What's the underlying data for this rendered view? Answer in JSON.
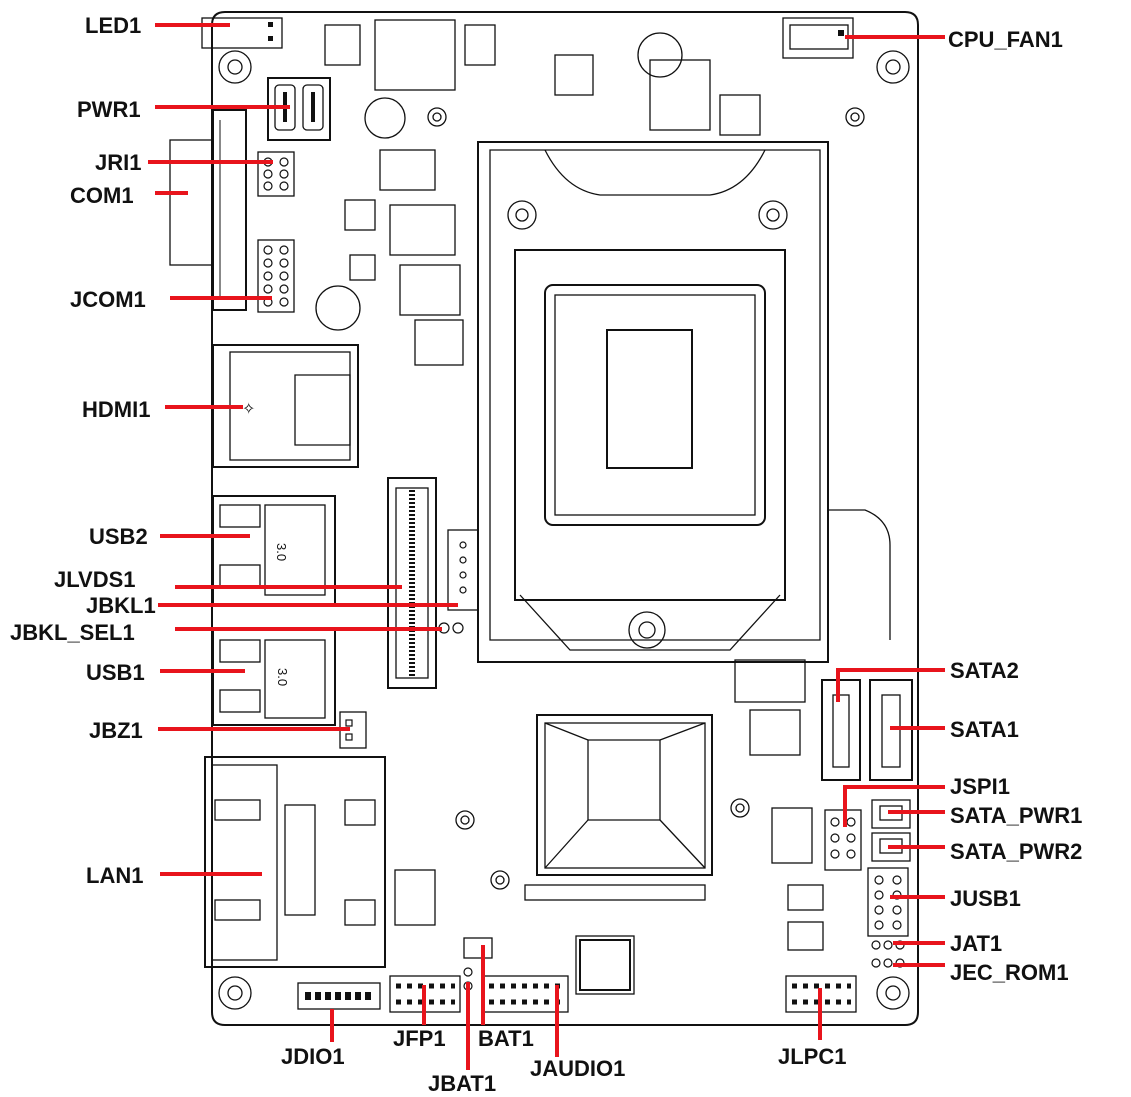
{
  "colors": {
    "leader": "#e8141c",
    "outline": "#111111",
    "background": "#ffffff"
  },
  "labels": {
    "LED1": "LED1",
    "PWR1": "PWR1",
    "JRI1": "JRI1",
    "COM1": "COM1",
    "JCOM1": "JCOM1",
    "HDMI1": "HDMI1",
    "USB2": "USB2",
    "JLVDS1": "JLVDS1",
    "JBKL1": "JBKL1",
    "JBKL_SEL1": "JBKL_SEL1",
    "USB1": "USB1",
    "JBZ1": "JBZ1",
    "LAN1": "LAN1",
    "JDIO1": "JDIO1",
    "JFP1": "JFP1",
    "BAT1": "BAT1",
    "JBAT1": "JBAT1",
    "JAUDIO1": "JAUDIO1",
    "JLPC1": "JLPC1",
    "CPU_FAN1": "CPU_FAN1",
    "SATA2": "SATA2",
    "SATA1": "SATA1",
    "JSPI1": "JSPI1",
    "SATA_PWR1": "SATA_PWR1",
    "SATA_PWR2": "SATA_PWR2",
    "JUSB1": "JUSB1",
    "JAT1": "JAT1",
    "JEC_ROM1": "JEC_ROM1"
  },
  "silkscreen": {
    "usb_speed": "3.0"
  }
}
